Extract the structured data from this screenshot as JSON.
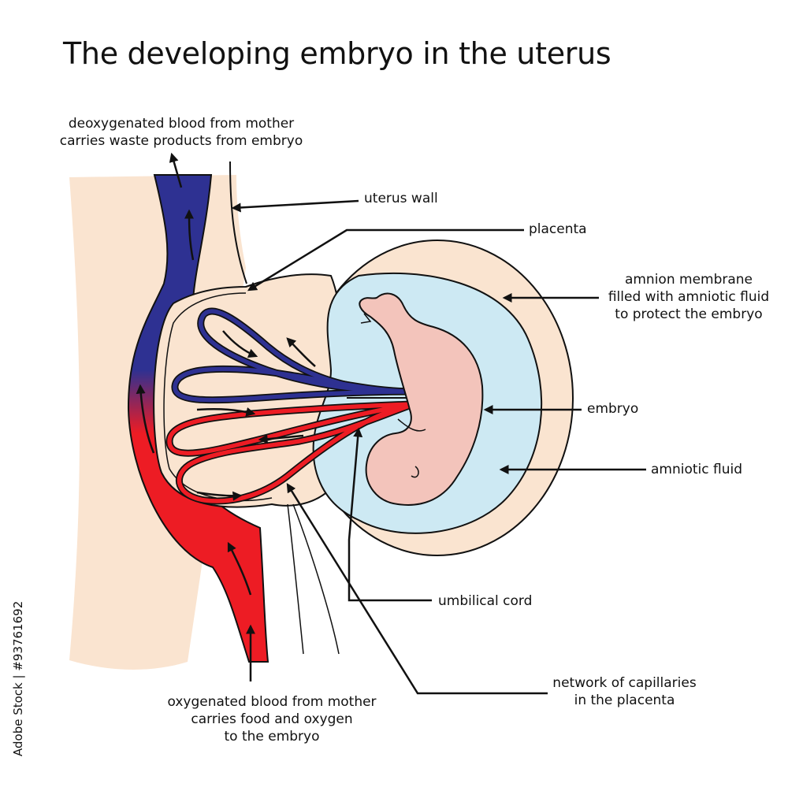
{
  "title": "The developing embryo in the uterus",
  "labels": {
    "deoxygenated": [
      "deoxygenated blood from mother",
      "carries waste products from embryo"
    ],
    "uterus_wall": "uterus wall",
    "placenta": "placenta",
    "amnion": [
      "amnion membrane",
      "filled with amniotic fluid",
      "to protect the embryo"
    ],
    "embryo": "embryo",
    "amniotic_fluid": "amniotic fluid",
    "umbilical_cord": "umbilical cord",
    "capillaries": [
      "network of capillaries",
      "in the placenta"
    ],
    "oxygenated": [
      "oxygenated blood from mother",
      "carries food and oxygen",
      "to the embryo"
    ]
  },
  "watermark": "Adobe Stock | #93761692",
  "colors": {
    "tissue": "#fae4d0",
    "amniotic_fluid": "#cde9f3",
    "embryo": "#f3c4bb",
    "deoxygenated_blood": "#2e3192",
    "oxygenated_blood": "#ed1c24",
    "outline": "#111111"
  }
}
